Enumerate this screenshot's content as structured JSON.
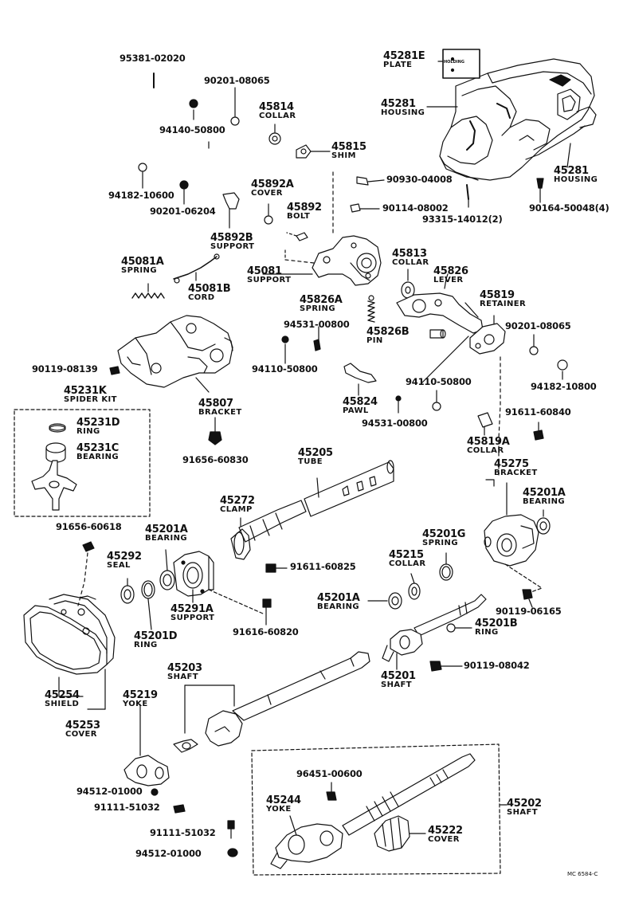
{
  "labels": {
    "p45281E": {
      "num": "45281E",
      "name": "PLATE"
    },
    "p45281a": {
      "num": "45281",
      "name": "HOUSING"
    },
    "p45281b": {
      "num": "45281",
      "name": "HOUSING"
    },
    "p95381": "95381-02020",
    "p90201a": "90201-08065",
    "p94140": "94140-50800",
    "p45814": {
      "num": "45814",
      "name": "COLLAR"
    },
    "p45815": {
      "num": "45815",
      "name": "SHIM"
    },
    "p90930": "90930-04008",
    "p94182a": "94182-10600",
    "p90201b": "90201-06204",
    "p45892A": {
      "num": "45892A",
      "name": "COVER"
    },
    "p45892": {
      "num": "45892",
      "name": "BOLT"
    },
    "p90114": "90114-08002",
    "p93315": "93315-14012(2)",
    "p90164": "90164-50048(4)",
    "p45892B": {
      "num": "45892B",
      "name": "SUPPORT"
    },
    "p45081A": {
      "num": "45081A",
      "name": "SPRING"
    },
    "p45081": {
      "num": "45081",
      "name": "SUPPORT"
    },
    "p45813": {
      "num": "45813",
      "name": "COLLAR"
    },
    "p45826": {
      "num": "45826",
      "name": "LEVER"
    },
    "p45081B": {
      "num": "45081B",
      "name": "CORD"
    },
    "p45826A": {
      "num": "45826A",
      "name": "SPRING"
    },
    "p45819": {
      "num": "45819",
      "name": "RETAINER"
    },
    "p94531a": "94531-00800",
    "p90201c": "90201-08065",
    "p45826B": {
      "num": "45826B",
      "name": "PIN"
    },
    "p90119a": "90119-08139",
    "p94110a": "94110-50800",
    "p94110b": "94110-50800",
    "p94182b": "94182-10800",
    "p45231K": {
      "num": "45231K",
      "name": "SPIDER KIT"
    },
    "p45807": {
      "num": "45807",
      "name": "BRACKET"
    },
    "p45824": {
      "num": "45824",
      "name": "PAWL"
    },
    "p94531b": "94531-00800",
    "p91611a": "91611-60840",
    "p45231D": {
      "num": "45231D",
      "name": "RING"
    },
    "p45231C": {
      "num": "45231C",
      "name": "BEARING"
    },
    "p91656a": "91656-60830",
    "p45819A": {
      "num": "45819A",
      "name": "COLLAR"
    },
    "p45205": {
      "num": "45205",
      "name": "TUBE"
    },
    "p45275": {
      "num": "45275",
      "name": "BRACKET"
    },
    "p45272": {
      "num": "45272",
      "name": "CLAMP"
    },
    "p45201A_a": {
      "num": "45201A",
      "name": "BEARING"
    },
    "p91656b": "91656-60618",
    "p45201A_b": {
      "num": "45201A",
      "name": "BEARING"
    },
    "p45201G": {
      "num": "45201G",
      "name": "SPRING"
    },
    "p45292": {
      "num": "45292",
      "name": "SEAL"
    },
    "p45215": {
      "num": "45215",
      "name": "COLLAR"
    },
    "p91611b": "91611-60825",
    "p45201A_c": {
      "num": "45201A",
      "name": "BEARING"
    },
    "p45291A": {
      "num": "45291A",
      "name": "SUPPORT"
    },
    "p90119b": "90119-06165",
    "p45201D": {
      "num": "45201D",
      "name": "RING"
    },
    "p91616": "91616-60820",
    "p45201B": {
      "num": "45201B",
      "name": "RING"
    },
    "p45201": {
      "num": "45201",
      "name": "SHAFT"
    },
    "p90119c": "90119-08042",
    "p45203": {
      "num": "45203",
      "name": "SHAFT"
    },
    "p45219": {
      "num": "45219",
      "name": "YOKE"
    },
    "p45254": {
      "num": "45254",
      "name": "SHIELD"
    },
    "p45253": {
      "num": "45253",
      "name": "COVER"
    },
    "p96451": "96451-00600",
    "p45202": {
      "num": "45202",
      "name": "SHAFT"
    },
    "p45244": {
      "num": "45244",
      "name": "YOKE"
    },
    "p94512a": "94512-01000",
    "p91111a": "91111-51032",
    "p45222": {
      "num": "45222",
      "name": "COVER"
    },
    "p91111b": "91111-51032",
    "p94512b": "94512-01000",
    "plate_text": "HOLDING",
    "ref": "MC 6584-C"
  }
}
